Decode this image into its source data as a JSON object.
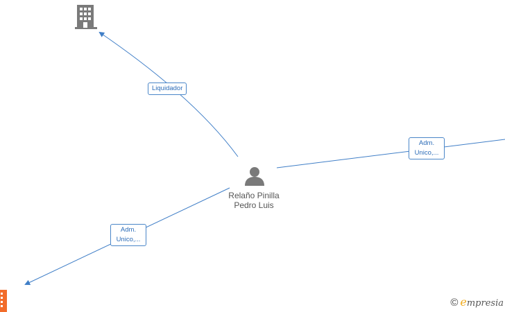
{
  "center": {
    "name": "Relaño Pinilla Pedro Luis"
  },
  "edges": {
    "liquidador": "Liquidador",
    "adm_right": "Adm. Unico,...",
    "adm_left": "Adm. Unico,..."
  },
  "brand": {
    "copyright": "©",
    "e": "e",
    "rest": "mpresia"
  },
  "colors": {
    "edge": "#3f7ec7",
    "node_icon": "#7a7a7a",
    "highlight_icon": "#f26c2a",
    "brand_e": "#f0ab1e"
  }
}
